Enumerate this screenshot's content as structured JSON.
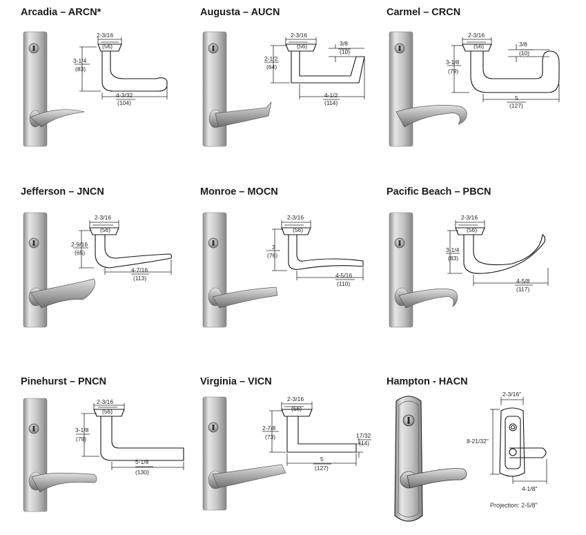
{
  "colors": {
    "steel_light": "#e9e9e9",
    "steel_mid": "#bdbdbd",
    "steel_dark": "#7f7f7f",
    "line": "#222222"
  },
  "levers": [
    {
      "title": "Arcadia – ARCN*",
      "dims": [
        {
          "val": "2-3/16",
          "mm": "(56)"
        },
        {
          "val": "3-1/4",
          "mm": "(83)"
        },
        {
          "val": "4-3/32",
          "mm": "(104)"
        }
      ]
    },
    {
      "title": "Augusta – AUCN",
      "dims": [
        {
          "val": "2-3/16",
          "mm": "(56)"
        },
        {
          "val": "3/8",
          "mm": "(10)"
        },
        {
          "val": "2-1/2",
          "mm": "(64)"
        },
        {
          "val": "4-1/2",
          "mm": "(114)"
        }
      ]
    },
    {
      "title": "Carmel – CRCN",
      "dims": [
        {
          "val": "2-3/16",
          "mm": "(56)"
        },
        {
          "val": "3/8",
          "mm": "(10)"
        },
        {
          "val": "3-1/8",
          "mm": "(79)"
        },
        {
          "val": "5",
          "mm": "(127)"
        }
      ]
    },
    {
      "title": "Jefferson – JNCN",
      "dims": [
        {
          "val": "2-3/16",
          "mm": "(56)"
        },
        {
          "val": "2-9/16",
          "mm": "(65)"
        },
        {
          "val": "4-7/16",
          "mm": "(113)"
        }
      ]
    },
    {
      "title": "Monroe – MOCN",
      "dims": [
        {
          "val": "2-3/16",
          "mm": "(56)"
        },
        {
          "val": "3",
          "mm": "(76)"
        },
        {
          "val": "4-5/16",
          "mm": "(110)"
        }
      ]
    },
    {
      "title": "Pacific Beach – PBCN",
      "dims": [
        {
          "val": "2-3/16",
          "mm": "(56)"
        },
        {
          "val": "3-1/4",
          "mm": "(83)"
        },
        {
          "val": "4-5/8",
          "mm": "(117)"
        }
      ]
    },
    {
      "title": "Pinehurst – PNCN",
      "dims": [
        {
          "val": "2-3/16",
          "mm": "(56)"
        },
        {
          "val": "3-1/8",
          "mm": "(79)"
        },
        {
          "val": "5-1/8",
          "mm": "(130)"
        }
      ]
    },
    {
      "title": "Virginia – VICN",
      "dims": [
        {
          "val": "2-3/16",
          "mm": "(56)"
        },
        {
          "val": "2-7/8",
          "mm": "(73)"
        },
        {
          "val": "17/32",
          "mm": "(14)"
        },
        {
          "val": "5",
          "mm": "(127)"
        }
      ]
    },
    {
      "title": "Hampton - HACN",
      "dims": [
        {
          "val": "2-3/16\"",
          "mm": ""
        },
        {
          "val": "8-21/32\"",
          "mm": ""
        },
        {
          "val": "4-1/8\"",
          "mm": ""
        }
      ],
      "projection": "Projection: 2-5/8\""
    }
  ]
}
